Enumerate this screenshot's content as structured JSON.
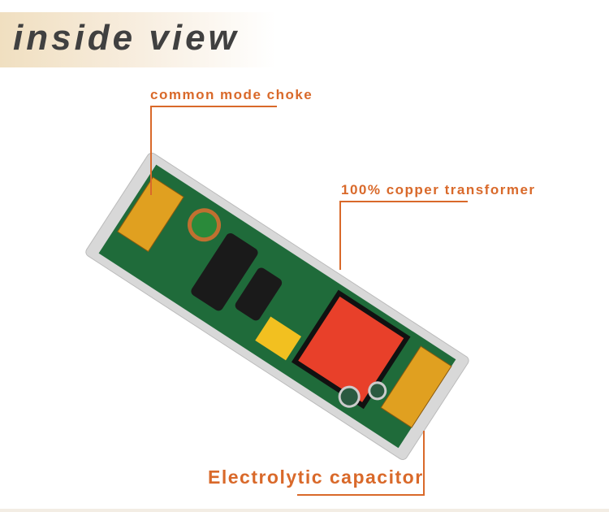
{
  "title": "inside view",
  "labels": {
    "choke": "common mode choke",
    "transformer": "100% copper transformer",
    "capacitor": "Electrolytic capacitor"
  },
  "colors": {
    "accent": "#d9692a",
    "title": "#404040"
  }
}
